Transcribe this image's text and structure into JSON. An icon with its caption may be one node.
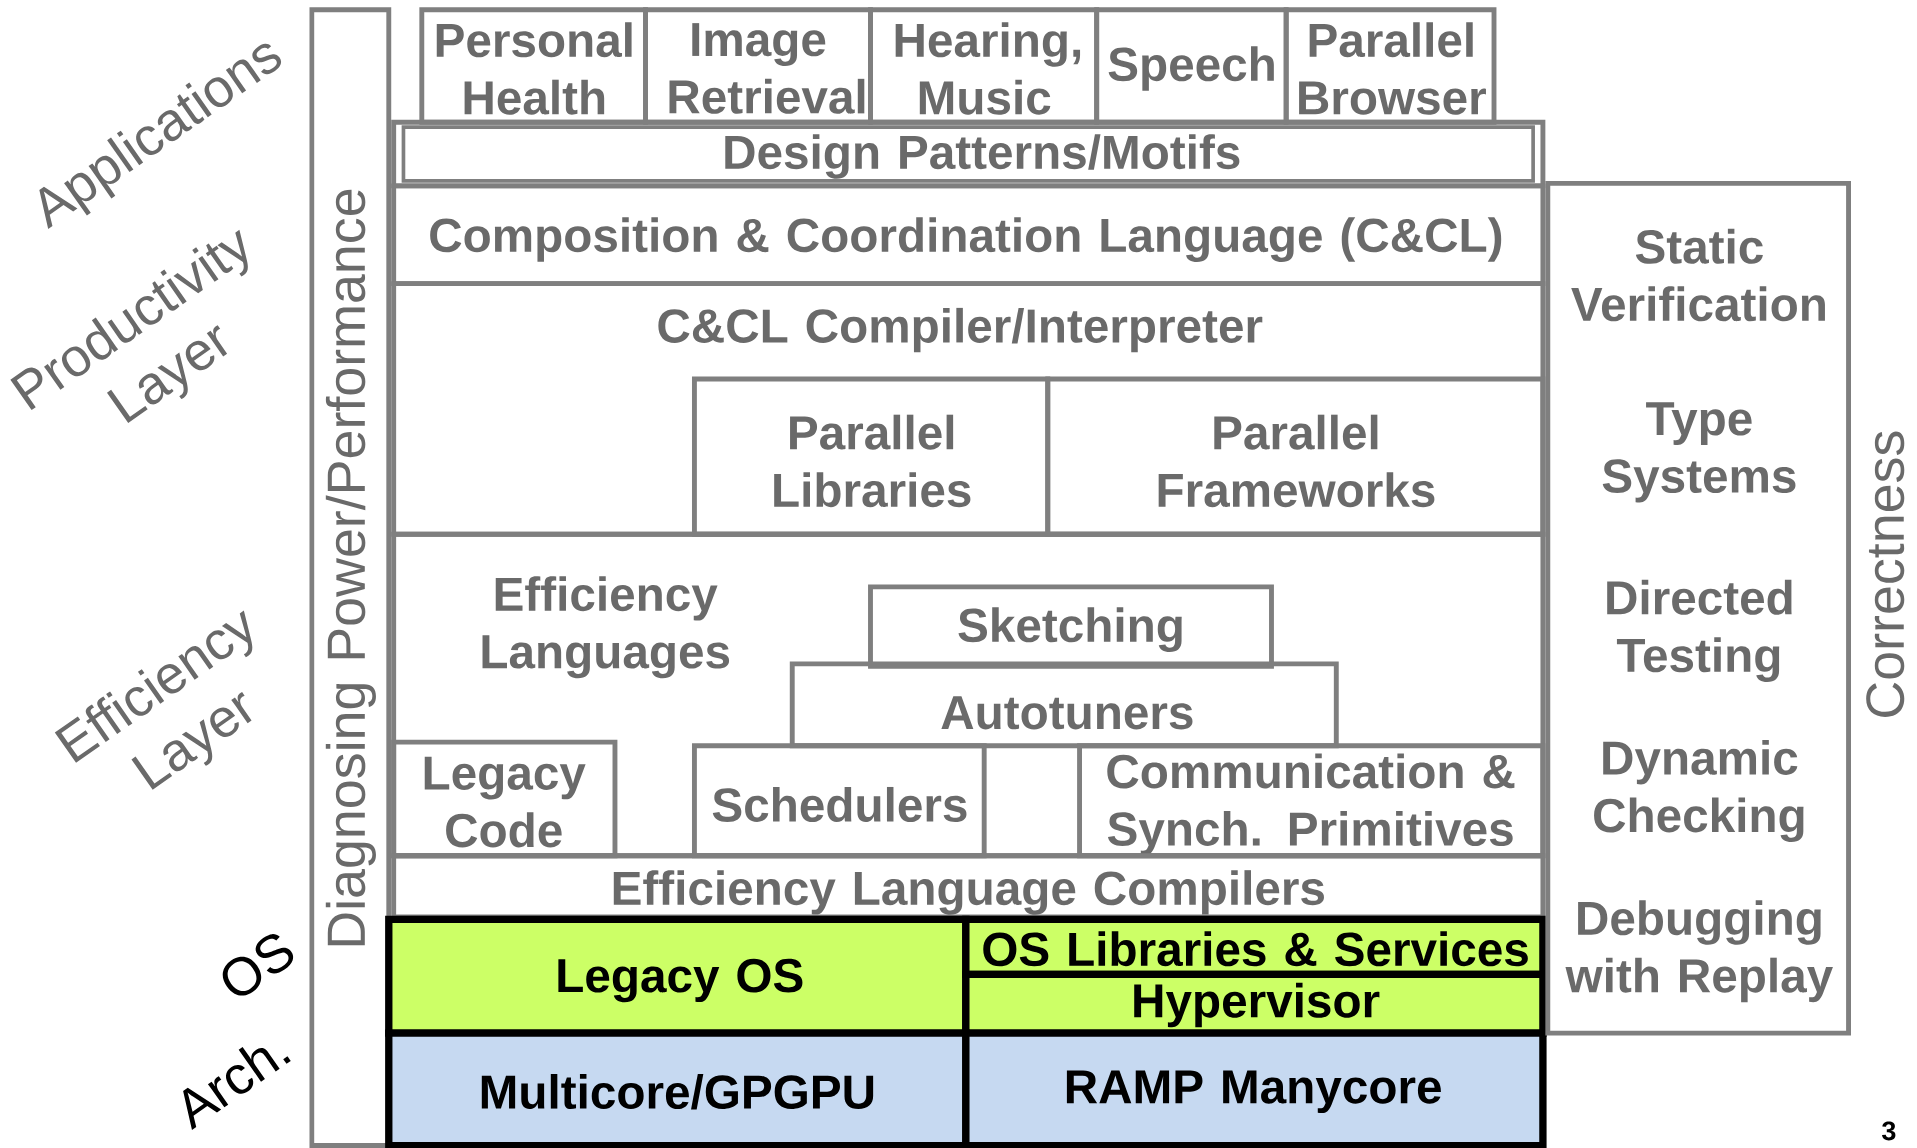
{
  "diagram": {
    "nodes": [
      {
        "text": [
          "Diagnosing Power/Performance"
        ]
      },
      {
        "text": [
          "Personal Health"
        ]
      },
      {
        "text": [
          "Image Retrieval"
        ]
      },
      {
        "text": [
          "Hearing, Music"
        ]
      },
      {
        "text": [
          "Speech"
        ]
      },
      {
        "text": [
          "Parallel Browser"
        ]
      },
      {
        "text": [
          "Design Patterns/Motifs"
        ]
      },
      {
        "text": [
          "Composition & Coordination Language (C&CL)"
        ]
      },
      {
        "text": [
          "C&CL Compiler/Interpreter"
        ]
      },
      {
        "text": [
          "Parallel Libraries"
        ],
        "in": 8
      },
      {
        "text": [
          "Parallel Frameworks"
        ],
        "in": 8
      },
      {
        "text": [
          "Efficiency Languages"
        ]
      },
      {
        "text": [
          "Sketching"
        ],
        "in": 11
      },
      {
        "text": [
          "Autotuners"
        ],
        "in": 11
      },
      {
        "text": [
          "Legacy Code"
        ],
        "in": 11
      },
      {
        "text": [
          "Schedulers"
        ],
        "in": 11
      },
      {
        "text": [
          "Communication & Synch. Primitives"
        ],
        "in": 11
      },
      {
        "text": [
          "Efficiency Language Compilers"
        ]
      },
      {
        "text": [
          "Legacy OS"
        ]
      },
      {
        "text": [
          "OS Libraries & Services"
        ]
      },
      {
        "text": [
          "Hypervisor"
        ]
      },
      {
        "text": [
          "Multicore/GPGPU"
        ]
      },
      {
        "text": [
          "RAMP Manycore"
        ]
      },
      {
        "text": [
          "Correctness",
          "Static Verification",
          "Type Systems",
          "Directed Testing",
          "Dynamic Checking",
          "Debugging with Replay"
        ]
      }
    ],
    "labels": [
      "Applications",
      "Productivity Layer",
      "Efficiency Layer",
      "OS",
      "Arch.",
      "3"
    ]
  }
}
